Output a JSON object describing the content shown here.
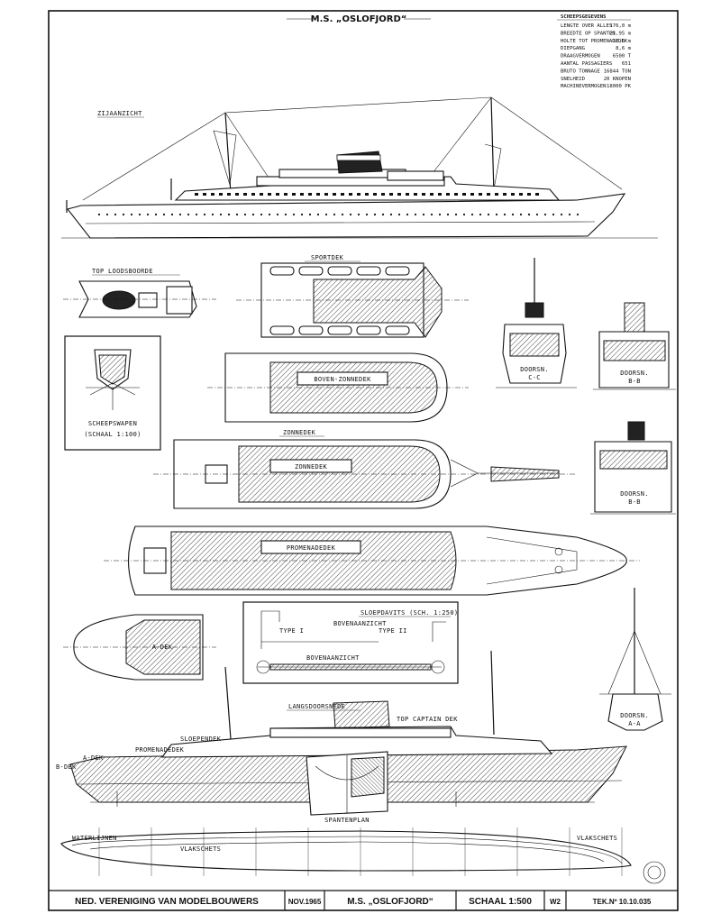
{
  "title": "M.S. „OSLOFJORD“",
  "specs": {
    "header": "SCHEEPSGEGEVENS",
    "rows": [
      {
        "label": "LENGTE OVER ALLES",
        "value": "176,0 m"
      },
      {
        "label": "BREEDTE OP SPANTEN",
        "value": "21,95 m"
      },
      {
        "label": "HOLTE TOT PROMENADEDEK",
        "value": "12,6 m"
      },
      {
        "label": "DIEPGANG",
        "value": "8,6 m"
      },
      {
        "label": "DRAAGVERMOGEN",
        "value": "6500 T"
      },
      {
        "label": "AANTAL PASSAGIERS",
        "value": "651"
      },
      {
        "label": "BRUTO TONNAGE",
        "value": "16844 TON"
      },
      {
        "label": "SNELHEID",
        "value": "20 KNOPEN"
      },
      {
        "label": "MACHINEVERMOGEN",
        "value": "18000 PK"
      }
    ]
  },
  "labels": {
    "side_view": "ZIJAANZICHT",
    "boat_deck": "TOP LOODSBOORDE",
    "sport_deck": "SPORTDEK",
    "upper_sundeck": "BOVEN-ZONNEDEK",
    "sundeck_top": "ZONNEDEK",
    "sundeck": "ZONNEDEK",
    "promenade_deck": "PROMENADEDEK",
    "a_deck": "A-DEK",
    "crest_caption_1": "SCHEEPSWAPEN",
    "crest_caption_2": "(SCHAAL 1:100)",
    "section_c": "DOORSN.\nC-C",
    "section_b": "DOORSN.\nB-B",
    "section_bb": "DOORSN.\nB-B",
    "section_a": "DOORSN.\nA-A",
    "davits_title": "SLOEPDAVITS (SCH. 1:250)",
    "davits_type1": "TYPE I",
    "davits_type2": "TYPE II",
    "davits_sub1": "BOVENAANZICHT",
    "davits_sub2": "BOVENAANZICHT",
    "longitudinal": "LANGSDOORSNEDE",
    "top_cabins": "TOP CAPTAIN DEK",
    "boat_deck_l": "SLOEPENDEK",
    "promenade_l": "PROMENADEDEK",
    "a_deck_l": "A-DEK",
    "b_deck_l": "B-DEK",
    "frame_plan": "SPANTENPLAN",
    "waterline": "VLAKSCHETS",
    "section_lines_l": "WATERLIJNEN",
    "section_lines_r": "VLAKSCHETS"
  },
  "title_block": {
    "org": "NED. VERENIGING VAN MODELBOUWERS",
    "date": "NOV.1965",
    "ship": "M.S. „OSLOFJORD“",
    "scale": "SCHAAL 1:500",
    "sheet": "W2",
    "drawing_no": "TEK.Nº 10.10.035"
  }
}
